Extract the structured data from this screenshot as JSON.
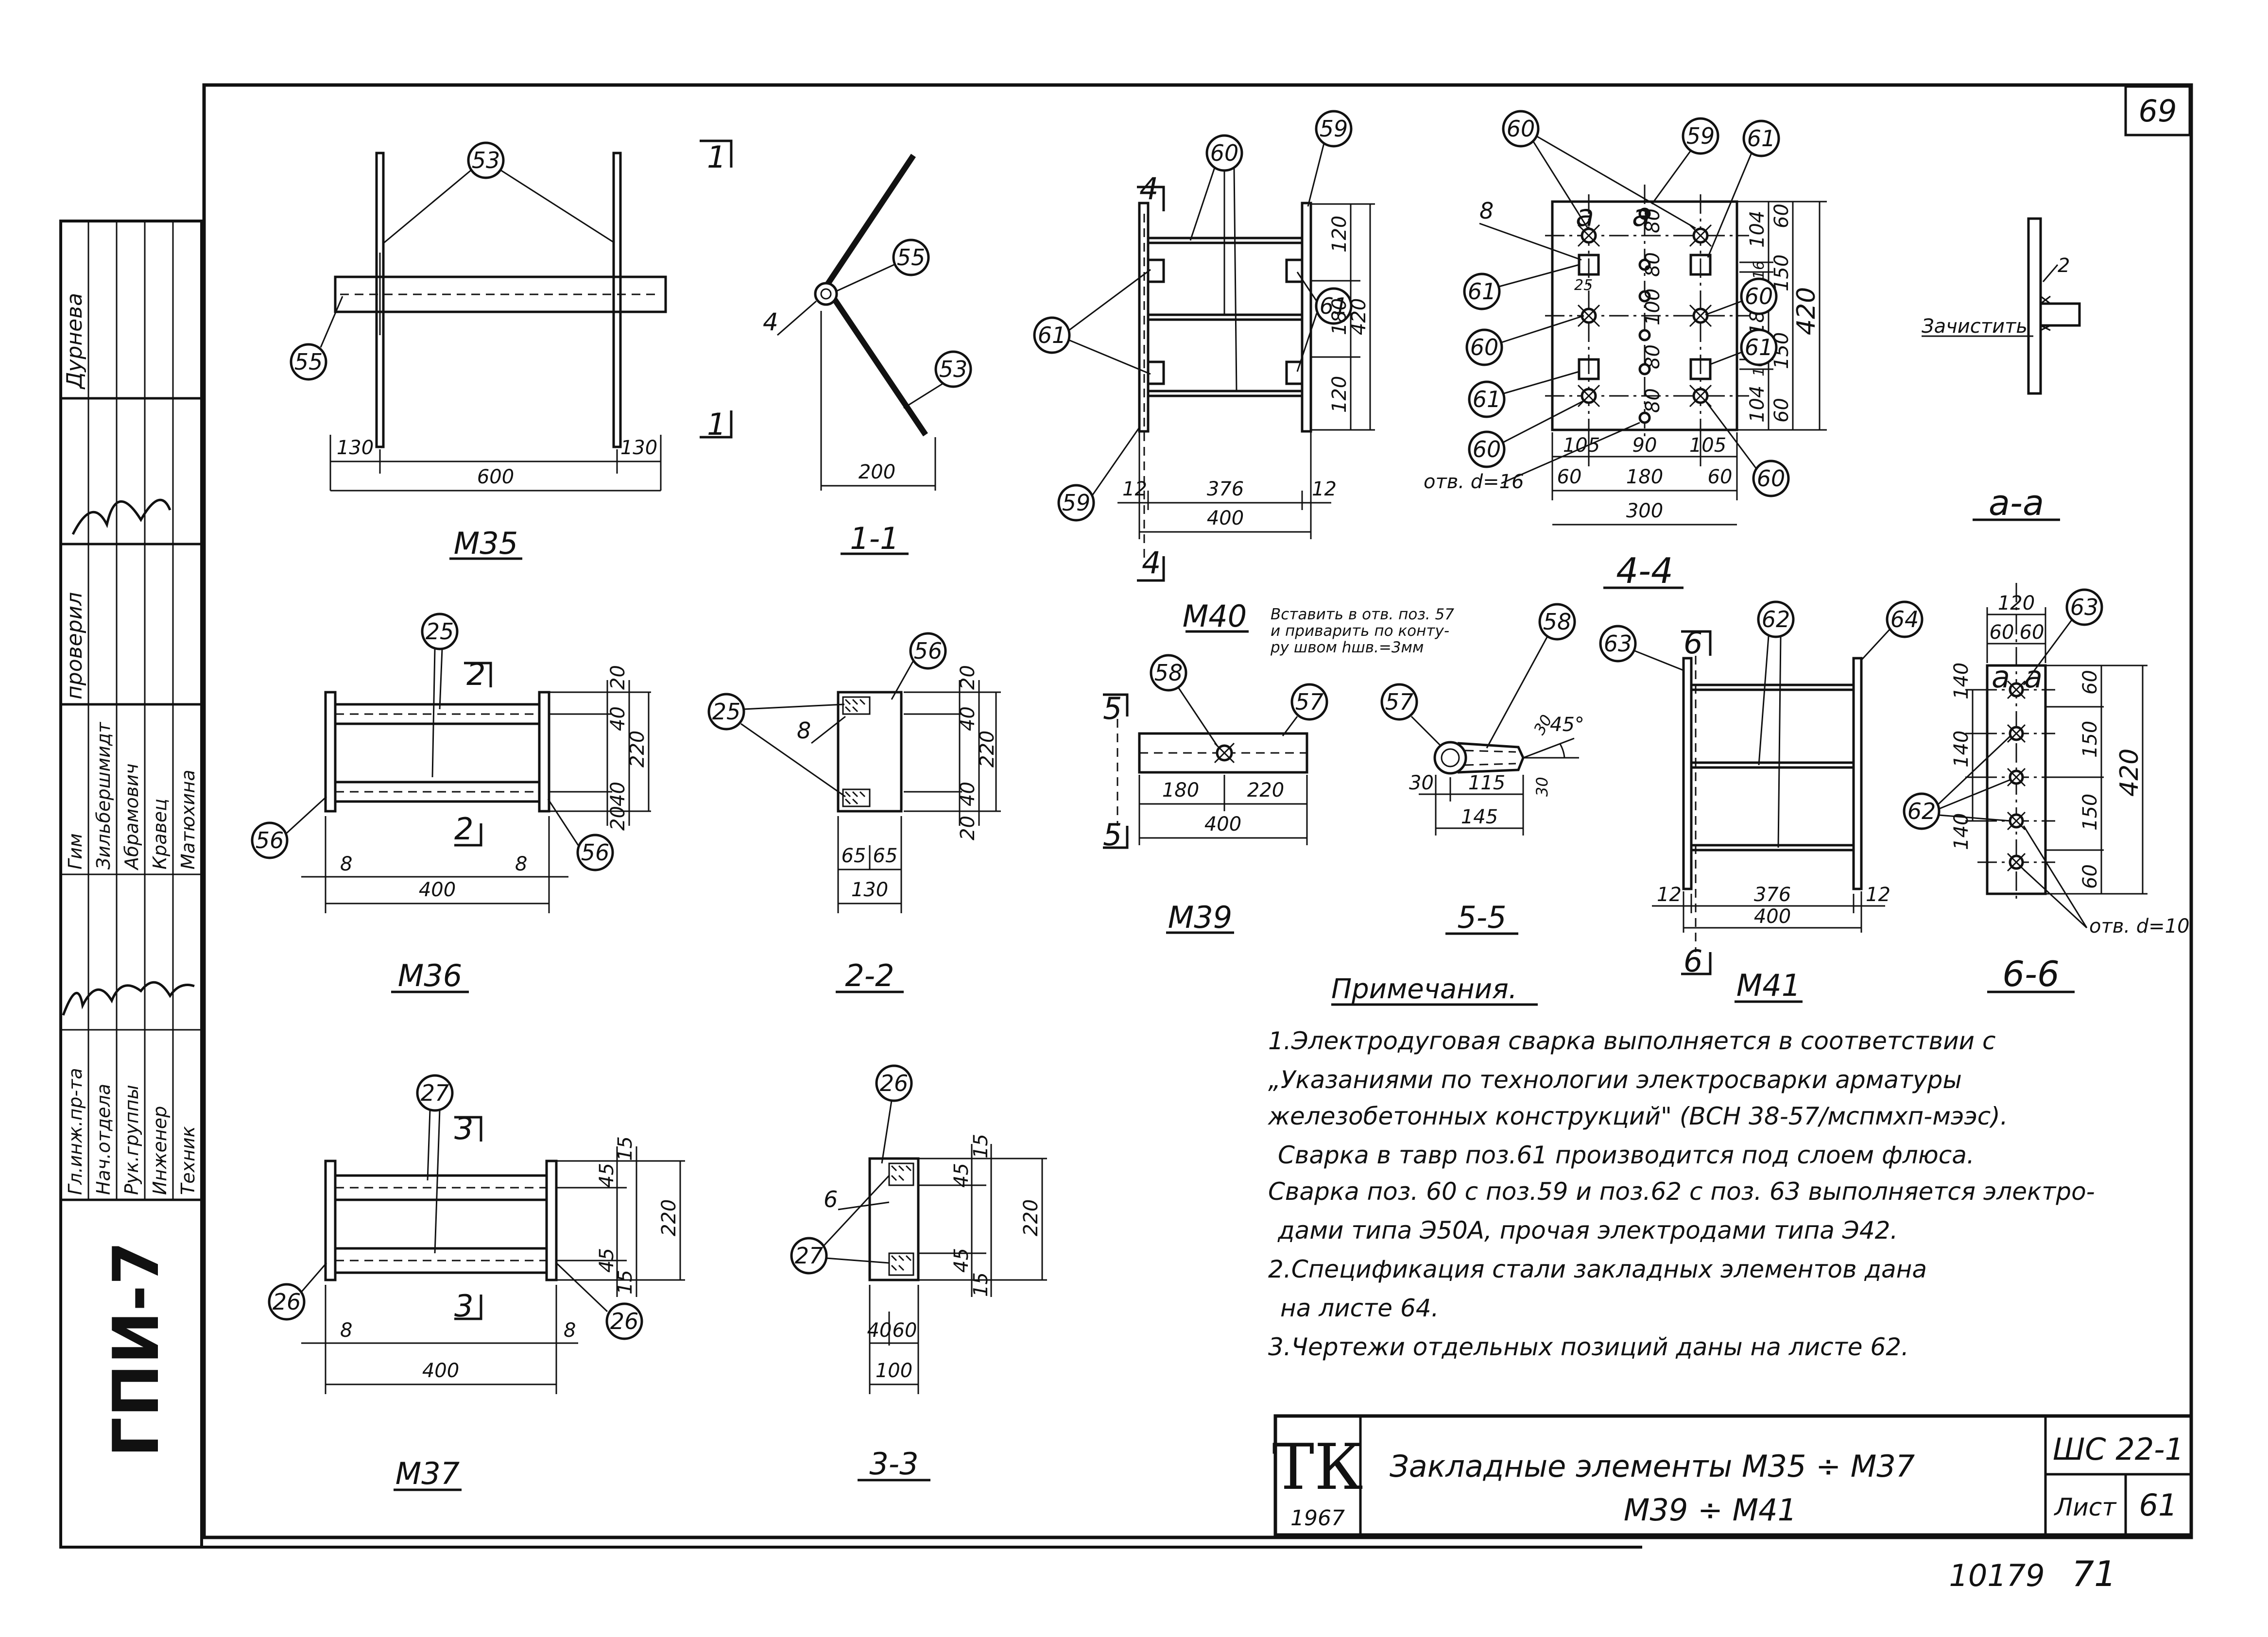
{
  "sheet": {
    "corner_number": "69",
    "org_code": "ГПИ-7",
    "scan_bottom_left": "10179",
    "scan_bottom_right": "71"
  },
  "signatures": {
    "roles": [
      "Гл.инж.пр-та",
      "Нач.отдела",
      "Рук.группы",
      "Инженер",
      "Техник"
    ],
    "names": [
      "Гим",
      "Зильбершмидт",
      "Абрамович",
      "Кравец",
      "Матюхина"
    ],
    "approval_label": "проверил",
    "approval_name": "Дурнева"
  },
  "views": {
    "m35": {
      "title": "М35",
      "dims": [
        "130",
        "600",
        "130"
      ],
      "balloons": [
        "53",
        "55"
      ],
      "section_marks": [
        "1",
        "1"
      ]
    },
    "s11": {
      "title": "1-1",
      "dims": [
        "200"
      ],
      "balloons": [
        "55",
        "53"
      ],
      "ref": "4"
    },
    "m40": {
      "title": "М40",
      "dims": [
        "12",
        "376",
        "12",
        "400",
        "120",
        "180",
        "120",
        "420"
      ],
      "balloons": [
        "60",
        "59",
        "61",
        "61",
        "59"
      ],
      "section_marks": [
        "4",
        "4"
      ]
    },
    "s44": {
      "title": "4-4",
      "dims": [
        "80",
        "80",
        "100",
        "80",
        "80",
        "104",
        "16",
        "180",
        "16",
        "104",
        "60",
        "150",
        "150",
        "60",
        "420",
        "105",
        "90",
        "105",
        "60",
        "180",
        "60",
        "300",
        "25"
      ],
      "balloons": [
        "60",
        "59",
        "61",
        "61",
        "60",
        "60",
        "61",
        "61",
        "60",
        "60"
      ],
      "ref": "8",
      "hole_label": "отв. d=16",
      "marks": [
        "а",
        "а"
      ]
    },
    "saa": {
      "title": "а-а",
      "weld_size": "2",
      "clean_label": "Зачистить"
    },
    "m36": {
      "title": "М36",
      "dims": [
        "20",
        "40",
        "220",
        "40",
        "20",
        "8",
        "400",
        "8"
      ],
      "balloons": [
        "25",
        "56",
        "56"
      ],
      "section_marks": [
        "2",
        "2"
      ]
    },
    "s22": {
      "title": "2-2",
      "dims": [
        "20",
        "40",
        "220",
        "40",
        "20",
        "65",
        "65",
        "130"
      ],
      "balloons": [
        "56",
        "25"
      ],
      "ref": "8"
    },
    "m39": {
      "title": "М39",
      "dims": [
        "180",
        "220",
        "400"
      ],
      "balloons": [
        "58",
        "57"
      ],
      "section_marks": [
        "5",
        "5"
      ],
      "note": "Вставить в отв. поз. 57 и приварить по контуру швом hшв.=3мм"
    },
    "s55": {
      "title": "5-5",
      "dims": [
        "30",
        "115",
        "145",
        "30",
        "30"
      ],
      "angle": "45°",
      "balloons": [
        "57",
        "58"
      ]
    },
    "m41": {
      "title": "М41",
      "dims": [
        "12",
        "376",
        "12",
        "400"
      ],
      "balloons": [
        "62",
        "63",
        "64"
      ],
      "section_marks": [
        "6",
        "6"
      ]
    },
    "s66": {
      "title": "6-6",
      "dims": [
        "120",
        "60",
        "60",
        "140",
        "140",
        "140",
        "60",
        "150",
        "150",
        "60",
        "420"
      ],
      "balloons": [
        "63",
        "62"
      ],
      "hole_label": "отв. d=10",
      "marks": [
        "а",
        "а"
      ]
    },
    "m37": {
      "title": "М37",
      "dims": [
        "15",
        "45",
        "220",
        "45",
        "15",
        "8",
        "400",
        "8"
      ],
      "balloons": [
        "27",
        "26",
        "26"
      ],
      "section_marks": [
        "3",
        "3"
      ]
    },
    "s33": {
      "title": "3-3",
      "dims": [
        "15",
        "45",
        "220",
        "45",
        "15",
        "40",
        "60",
        "100"
      ],
      "balloons": [
        "26",
        "27"
      ],
      "ref": "6"
    }
  },
  "notes": {
    "heading": "Примечания.",
    "lines": [
      "1.Электродуговая сварка выполняется в соответствии с",
      "„Указаниями по технологии электросварки арматуры",
      "железобетонных конструкций\" (ВСН 38-57/мспмхп-мээс).",
      "Сварка в тавр поз.61 производится под слоем флюса.",
      "Сварка поз. 60 с поз.59 и поз.62 с поз. 63 выполняется электро-",
      "дами типа Э50А, прочая электродами типа Э42.",
      "2.Спецификация стали закладных элементов дана",
      "на листе 64.",
      "3.Чертежи отдельных позиций даны на листе 62."
    ]
  },
  "title_block": {
    "logo": "ТК",
    "year": "1967",
    "title_line1": "Закладные элементы М35 ÷ М37",
    "title_line2": "М39 ÷ М41",
    "series": "ШС 22-1",
    "sheet_label": "Лист",
    "sheet_number": "61"
  }
}
